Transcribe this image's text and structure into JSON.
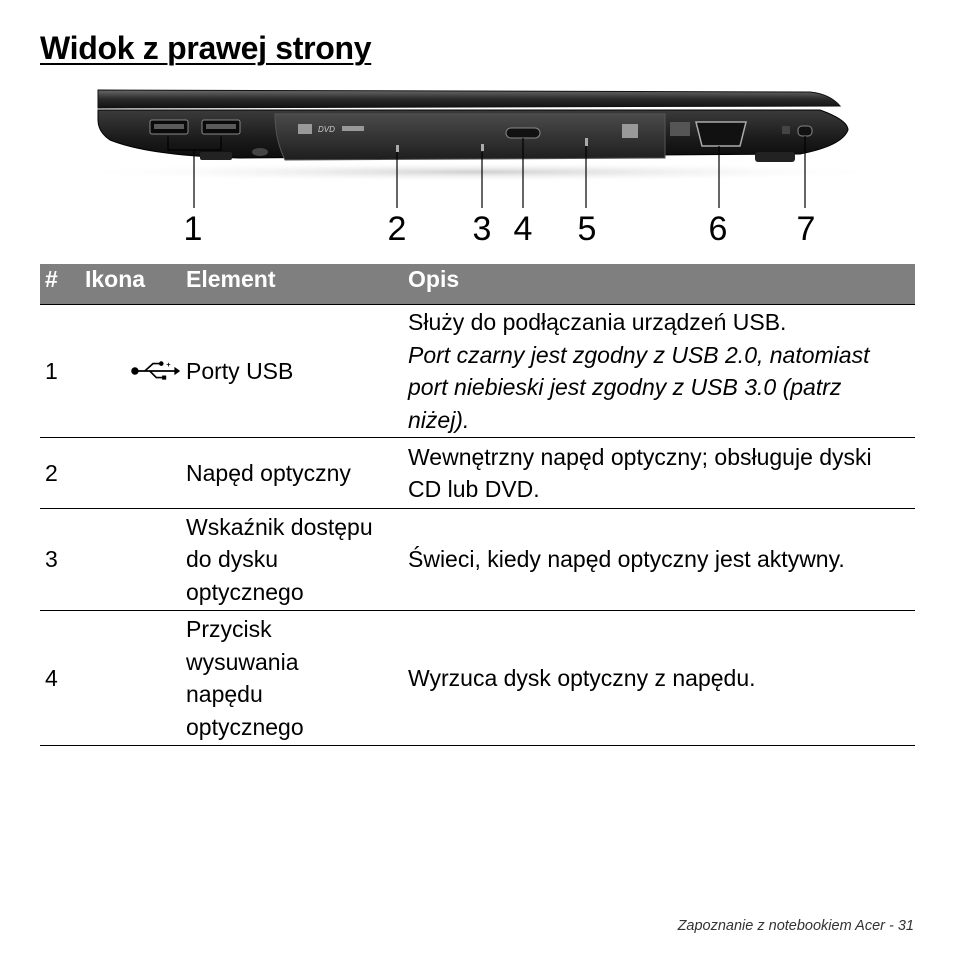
{
  "page": {
    "title": "Widok z prawej strony",
    "footer": "Zapoznanie z notebookiem Acer -  31"
  },
  "figure": {
    "callouts": [
      "1",
      "2",
      "3",
      "4",
      "5",
      "6",
      "7"
    ]
  },
  "table": {
    "headers": {
      "num": "#",
      "icon": "Ikona",
      "element": "Element",
      "description": "Opis"
    },
    "rows": [
      {
        "num": "1",
        "icon": "usb-icon",
        "element": "Porty USB",
        "description": "Służy do podłączania urządzeń USB.",
        "note": "Port czarny jest zgodny z USB 2.0, natomiast port niebieski jest zgodny z USB 3.0 (patrz niżej)."
      },
      {
        "num": "2",
        "element": "Napęd optyczny",
        "description": "Wewnętrzny napęd optyczny; obsługuje dyski CD lub DVD."
      },
      {
        "num": "3",
        "element": "Wskaźnik dostępu do dysku optycznego",
        "description": "Świeci, kiedy napęd optyczny jest aktywny."
      },
      {
        "num": "4",
        "element": "Przycisk wysuwania napędu optycznego",
        "description": "Wyrzuca dysk optyczny z napędu."
      }
    ]
  }
}
